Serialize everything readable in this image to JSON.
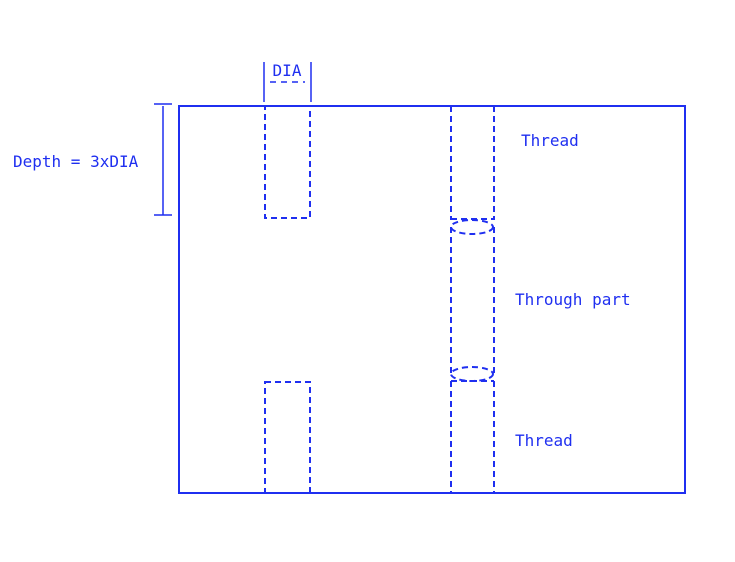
{
  "labels": {
    "dia": "DIA",
    "depth": "Depth = 3xDIA",
    "thread_top": "Thread",
    "through_part": "Through part",
    "thread_bottom": "Thread"
  },
  "colors": {
    "line": "#1f2ff0",
    "background": "#ffffff"
  }
}
